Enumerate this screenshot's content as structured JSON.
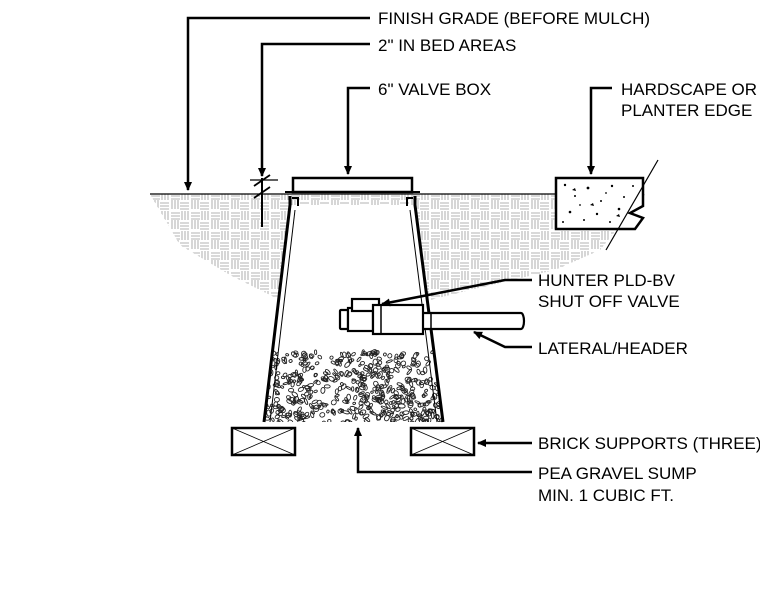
{
  "labels": {
    "finish_grade": "FINISH GRADE (BEFORE MULCH)",
    "bed_areas": "2\" IN BED AREAS",
    "valve_box": "6\" VALVE BOX",
    "hardscape_line1": "HARDSCAPE OR",
    "hardscape_line2": "PLANTER EDGE",
    "hunter_line1": "HUNTER PLD-BV",
    "hunter_line2": "SHUT OFF VALVE",
    "lateral": "LATERAL/HEADER",
    "brick": "BRICK SUPPORTS (THREE)",
    "gravel_line1": "PEA GRAVEL SUMP",
    "gravel_line2": "MIN. 1 CUBIC FT."
  }
}
